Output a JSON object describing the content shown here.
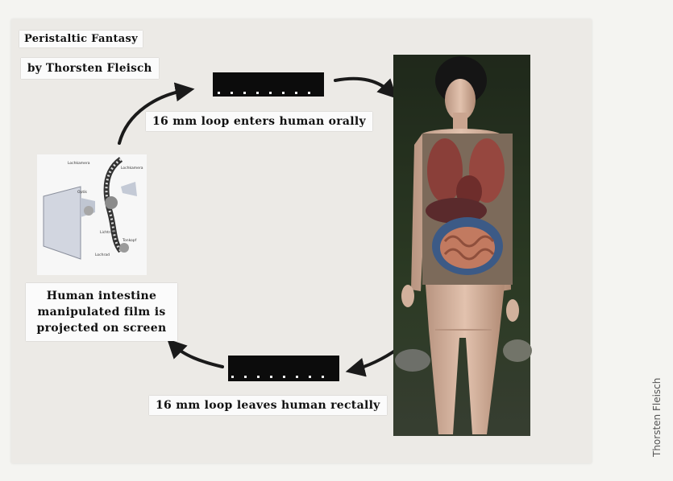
{
  "title_line1": "Peristaltic Fantasy",
  "title_line2": "by Thorsten Fleisch",
  "caption_enter": "16 mm loop enters human orally",
  "caption_leave": "16 mm loop leaves human rectally",
  "caption_projected": "Human intestine manipulated film is projected on screen",
  "credit": "Thorsten Fleisch",
  "projector_diagram_labels": [
    "Lochkamera",
    "Lochkamera",
    "Optik",
    "Lichtrad",
    "Tonkopf",
    "Lochrad"
  ],
  "colors": {
    "background": "#f4f4f1",
    "paper": "#eceae6",
    "film": "#0c0c0c"
  },
  "icons": [
    "film-strip",
    "curved-arrow",
    "projector-diagram",
    "anatomical-figure"
  ]
}
